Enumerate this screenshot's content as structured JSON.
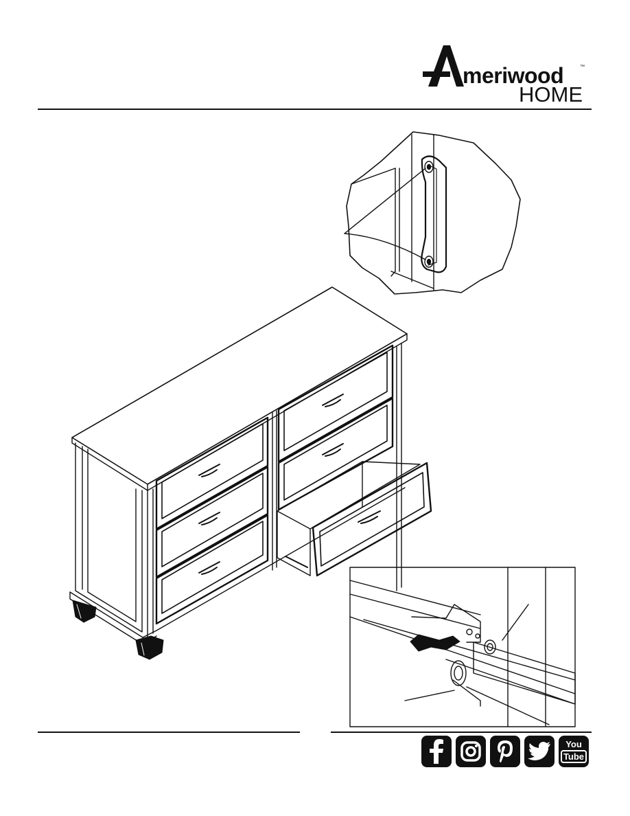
{
  "brand": {
    "logo_letter": "A",
    "logo_word": "meriwood",
    "logo_sub": "HOME",
    "trademark": "™"
  },
  "social": {
    "icons": [
      "facebook-icon",
      "instagram-icon",
      "pinterest-icon",
      "twitter-icon",
      "youtube-icon"
    ],
    "youtube_line1": "You",
    "youtube_line2": "Tube"
  },
  "colors": {
    "ink": "#111111",
    "background": "#ffffff"
  }
}
